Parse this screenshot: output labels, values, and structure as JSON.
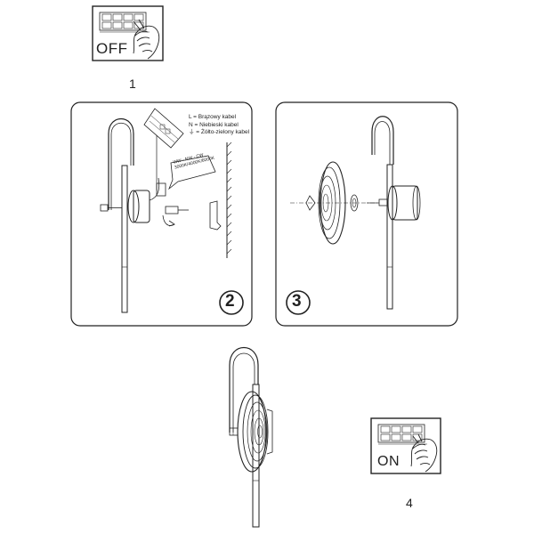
{
  "step1": {
    "number": "1",
    "switch_label": "OFF"
  },
  "step2": {
    "number": "2",
    "legend": [
      "L = Brązowy kabel",
      "N = Niebieski kabel",
      "⏚ = Żółto-zielony kabel"
    ],
    "callout_line1": "WW - NW - CW",
    "callout_line2": "3000K/4000K/6000K"
  },
  "step3": {
    "number": "3"
  },
  "step4": {
    "number": "4",
    "switch_label": "ON"
  }
}
